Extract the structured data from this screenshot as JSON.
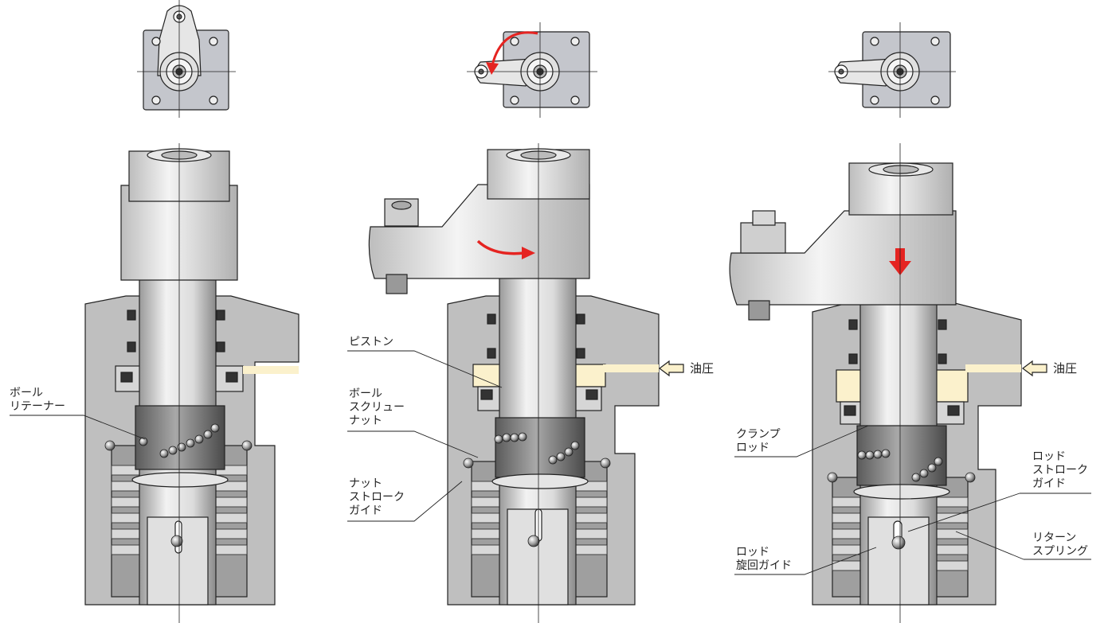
{
  "labels": {
    "ball_retainer_1": "ボール",
    "ball_retainer_2": "リテーナー",
    "piston": "ピストン",
    "ball_screw_nut_1": "ボール",
    "ball_screw_nut_2": "スクリュー",
    "ball_screw_nut_3": "ナット",
    "nut_stroke_guide_1": "ナット",
    "nut_stroke_guide_2": "ストローク",
    "nut_stroke_guide_3": "ガイド",
    "hydraulic_pressure_1": "油圧",
    "hydraulic_pressure_2": "油圧",
    "clamp_rod_1": "クランプ",
    "clamp_rod_2": "ロッド",
    "rod_stroke_guide_1": "ロッド",
    "rod_stroke_guide_2": "ストローク",
    "rod_stroke_guide_3": "ガイド",
    "return_spring_1": "リターン",
    "return_spring_2": "スプリング",
    "rod_swing_guide_1": "ロッド",
    "rod_swing_guide_2": "旋回ガイド"
  },
  "colors": {
    "body_gray": "#bfbfbf",
    "body_dark": "#8c8c8c",
    "metal_light": "#e6e6e6",
    "oil_fill": "#fbf1cc",
    "arrow_red": "#e52421",
    "line": "#222222"
  }
}
